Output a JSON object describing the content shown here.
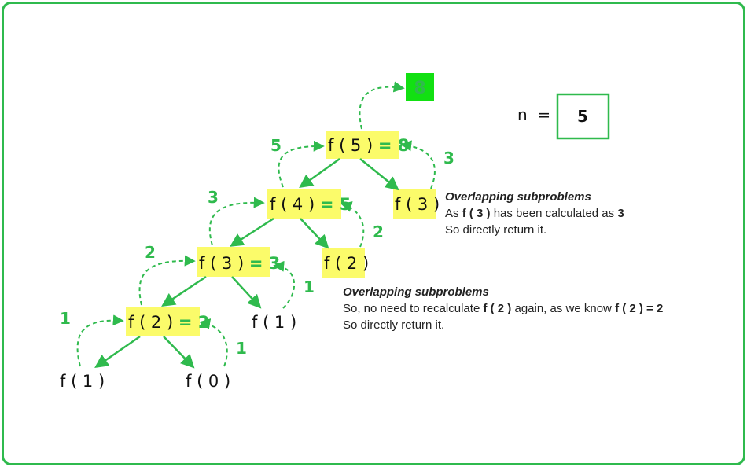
{
  "nodes": {
    "f5": {
      "call": "f ( 5 )",
      "result": "= 8"
    },
    "f4": {
      "call": "f ( 4 )",
      "result": "= 5"
    },
    "f3a": {
      "call": "f ( 3 )",
      "result": "= 3"
    },
    "f2a": {
      "call": "f ( 2 )",
      "result": "= 2"
    },
    "f3b": {
      "call": "f ( 3 )"
    },
    "f2b": {
      "call": "f ( 2 )"
    },
    "f1a": {
      "call": "f ( 1 )"
    },
    "f1b": {
      "call": "f ( 1 )"
    },
    "f0": {
      "call": "f ( 0 )"
    }
  },
  "return_values": {
    "f5_left": "5",
    "f5_right": "3",
    "f4_left": "3",
    "f4_right": "2",
    "f3_left": "2",
    "f3_right": "1",
    "f2_left": "1",
    "f2_right": "1"
  },
  "final_result": "8",
  "input": {
    "label": "n  =",
    "value": "5"
  },
  "notes": {
    "note1": {
      "title": "Overlapping subproblems",
      "line1_pre": "As ",
      "line1_bold": "f ( 3 )",
      "line1_mid": " has been calculated as ",
      "line1_val": "3",
      "line2": "So directly return it."
    },
    "note2": {
      "title": "Overlapping subproblems",
      "line1_pre": "So, no need to recalculate ",
      "line1_bold": "f ( 2 )",
      "line1_mid": " again, as we know ",
      "line1_val": "f ( 2 ) = 2",
      "line2": "So directly return it."
    }
  },
  "colors": {
    "accent": "#2fba4d",
    "highlight": "#fbfb6a",
    "result_fill": "#12e012"
  }
}
